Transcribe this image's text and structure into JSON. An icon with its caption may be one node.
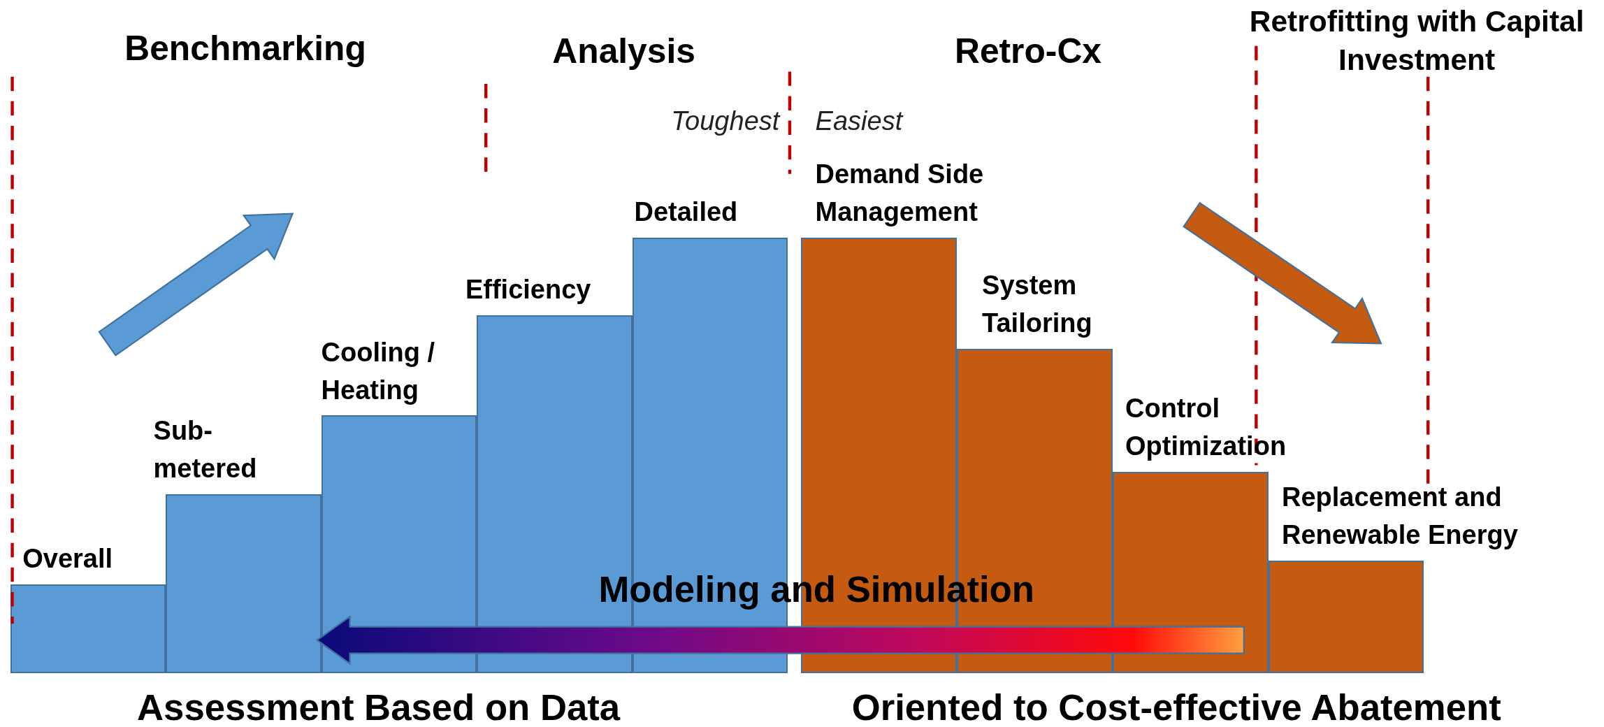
{
  "diagram": {
    "nodes": [
      {
        "text": [
          "Overall"
        ]
      },
      {
        "text": [
          "Sub-metered"
        ]
      },
      {
        "text": [
          "Cooling / Heating"
        ]
      },
      {
        "text": [
          "Efficiency"
        ]
      },
      {
        "text": [
          "Detailed"
        ]
      },
      {
        "text": [
          "Demand Side Management"
        ]
      },
      {
        "text": [
          "System Tailoring"
        ]
      },
      {
        "text": [
          "Control Optimization"
        ]
      },
      {
        "text": [
          "Replacement and Renewable Energy"
        ]
      }
    ],
    "labels": [
      "Benchmarking",
      "Analysis",
      "Retro-Cx",
      "Retrofitting with Capital Investment",
      "Toughest",
      "Easiest",
      "Modeling and Simulation",
      "Assessment Based on Data",
      "Oriented to Cost-effective Abatement"
    ]
  }
}
